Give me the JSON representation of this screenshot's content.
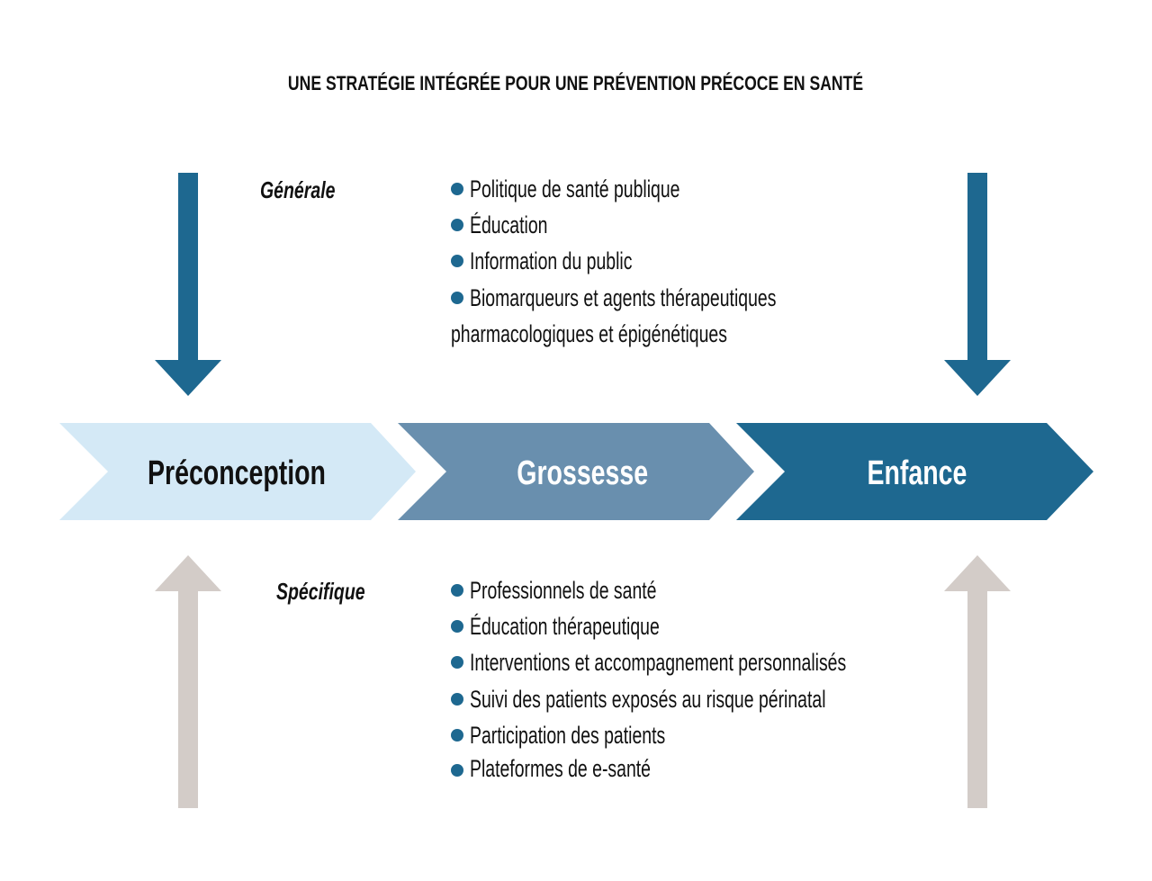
{
  "title": "UNE STRATÉGIE INTÉGRÉE POUR UNE PRÉVENTION PRÉCOCE EN SANTÉ",
  "colors": {
    "dark_blue": "#1e6890",
    "mid_blue": "#698fae",
    "light_blue": "#d4e9f6",
    "beige": "#d3ccc8"
  },
  "general": {
    "label": "Générale",
    "items": [
      "Politique de santé publique",
      "Éducation",
      "Information du public",
      "Biomarqueurs et agents thérapeutiques",
      "pharmacologiques et épigénétiques"
    ]
  },
  "stages": [
    "Préconception",
    "Grossesse",
    "Enfance"
  ],
  "specific": {
    "label": "Spécifique",
    "items": [
      "Professionnels de santé",
      "Éducation thérapeutique",
      "Interventions et accompagnement personnalisés",
      "Suivi des patients exposés au risque périnatal",
      "Participation des patients",
      "Plateformes de e-santé"
    ]
  }
}
